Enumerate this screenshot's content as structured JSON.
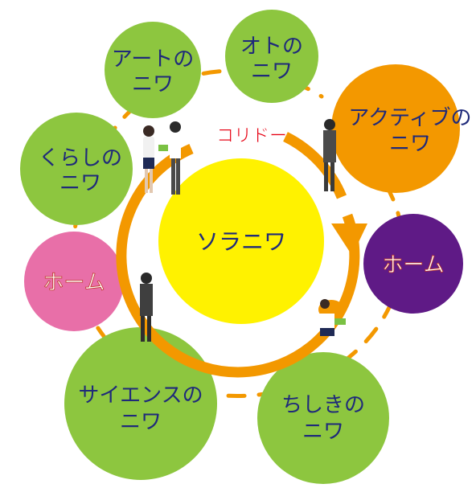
{
  "center": {
    "label": "ソラニワ",
    "color": "#fff200"
  },
  "corridor": {
    "label": "コリドー",
    "ring_color": "#f39800",
    "label_color": "#e60012"
  },
  "niwa": [
    {
      "id": "art",
      "line1": "アートの",
      "line2": "ニワ",
      "color": "#8dc63f"
    },
    {
      "id": "oto",
      "line1": "オトの",
      "line2": "ニワ",
      "color": "#8dc63f"
    },
    {
      "id": "active",
      "line1": "アクティブの",
      "line2": "ニワ",
      "color": "#f39800"
    },
    {
      "id": "kurashi",
      "line1": "くらしの",
      "line2": "ニワ",
      "color": "#8dc63f"
    },
    {
      "id": "science",
      "line1": "サイエンスの",
      "line2": "ニワ",
      "color": "#8dc63f"
    },
    {
      "id": "chishiki",
      "line1": "ちしきの",
      "line2": "ニワ",
      "color": "#8dc63f"
    }
  ],
  "homes": [
    {
      "id": "home-left",
      "label": "ホーム",
      "color": "#e86fa8",
      "text_color": "#ffffff",
      "stroke_color": "#c0392b"
    },
    {
      "id": "home-right",
      "label": "ホーム",
      "color": "#5f1a86",
      "text_color": "#ffffff",
      "stroke_color": "#c0392b"
    }
  ],
  "label_color": "#1f2a7a",
  "dash_color": "#f39800"
}
